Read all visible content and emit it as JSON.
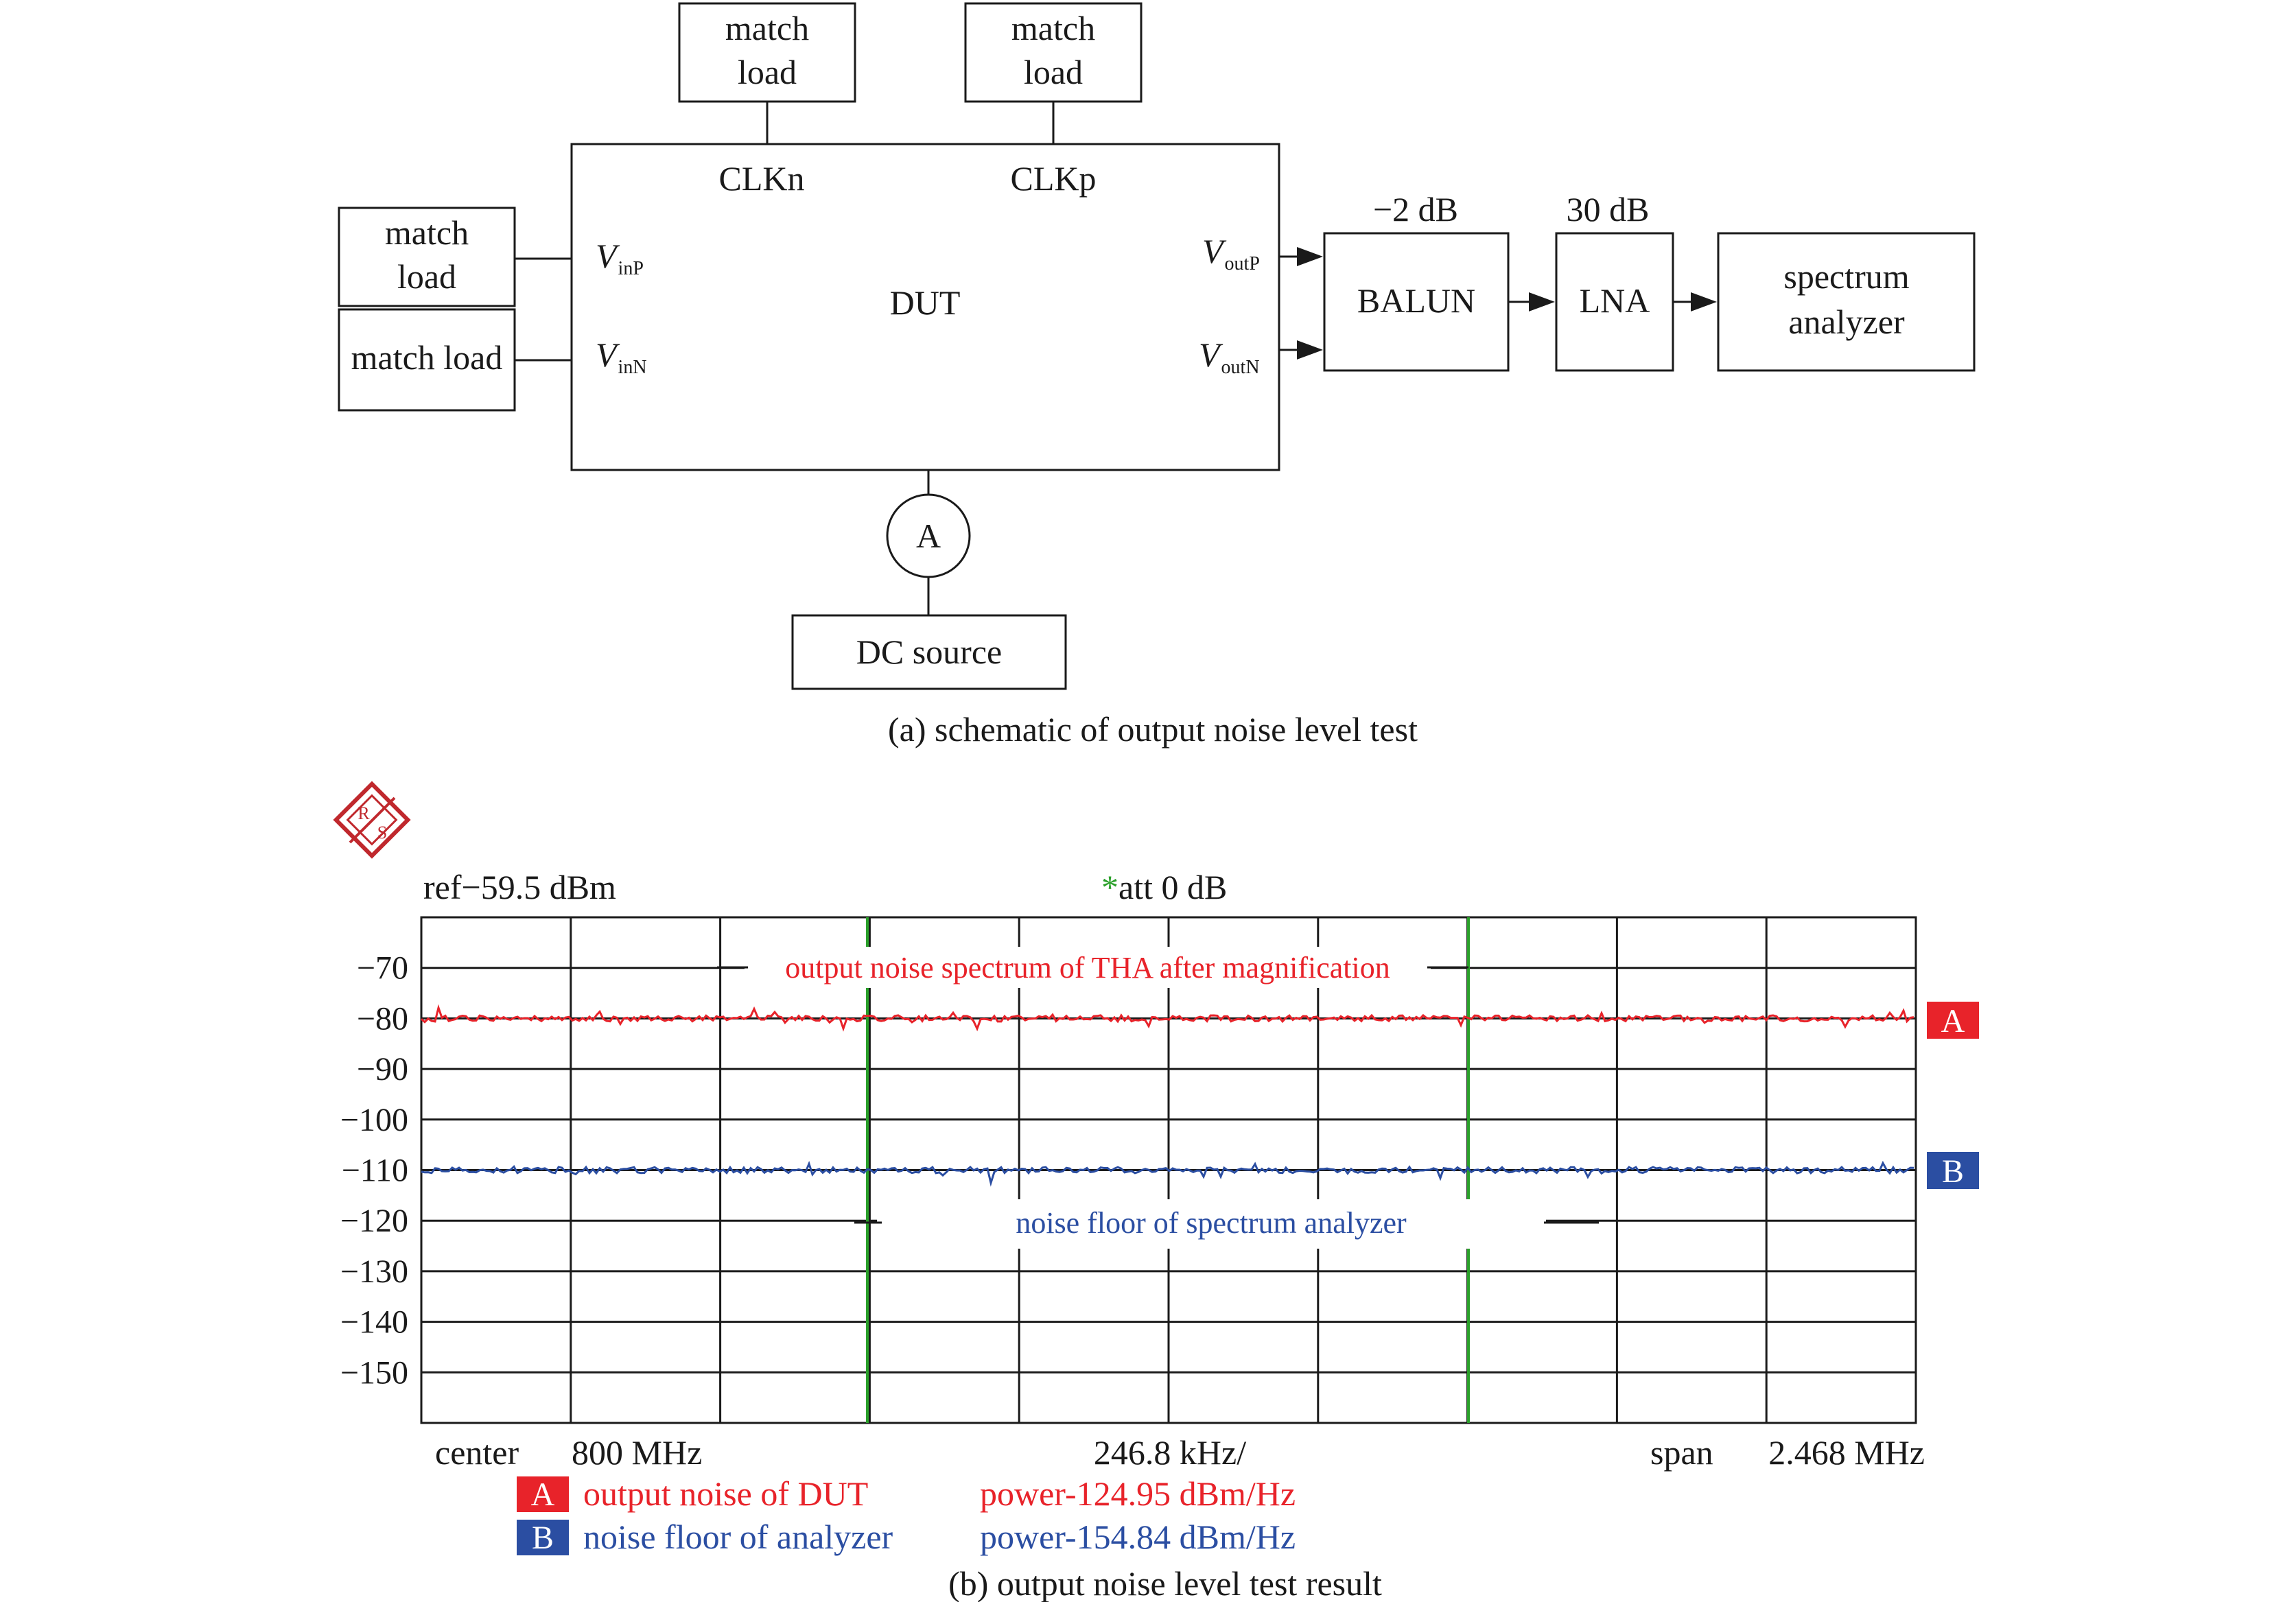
{
  "schematic": {
    "boxes": {
      "match_load_top_left": "match\nload",
      "match_load_top_right": "match\nload",
      "match_load_left_upper": "match\nload",
      "match_load_left_lower": "match load",
      "dut": "DUT",
      "balun": "BALUN",
      "lna": "LNA",
      "spectrum_analyzer": "spectrum\nanalyzer",
      "dc_source": "DC source"
    },
    "ports": {
      "clkn": "CLKn",
      "clkp": "CLKp",
      "vinp_main": "V",
      "vinp_sub": "inP",
      "vinn_main": "V",
      "vinn_sub": "inN",
      "voutp_main": "V",
      "voutp_sub": "outP",
      "voutn_main": "V",
      "voutn_sub": "outN"
    },
    "gains": {
      "balun": "−2 dB",
      "lna": "30 dB"
    },
    "ammeter": "A",
    "caption": "(a) schematic of output noise level test"
  },
  "analyzer": {
    "logo_letters": [
      "R",
      "S"
    ],
    "ref_label": "ref−59.5 dBm",
    "att_star": "*",
    "att_label": "att 0 dB",
    "trace_a_annotation": "output noise spectrum of THA after magnification",
    "trace_b_annotation": "noise floor of spectrum analyzer",
    "x_center_label": "center",
    "x_center_value": "800 MHz",
    "x_per_div": "246.8 kHz/",
    "x_span_label": "span",
    "x_span_value": "2.468 MHz",
    "legend": [
      {
        "badge": "A",
        "name": "output noise of DUT",
        "power": "power-124.95 dBm/Hz",
        "color": "#e8232a"
      },
      {
        "badge": "B",
        "name": "noise floor of analyzer",
        "power": "power-154.84 dBm/Hz",
        "color": "#2b4ea2"
      }
    ],
    "caption": "(b) output noise level test result",
    "colors": {
      "trace_a": "#e8232a",
      "trace_b": "#2b4ea2",
      "marker": "#2aa02a",
      "logo": "#c0282d"
    }
  },
  "chart_data": {
    "type": "line",
    "ylim": [
      -160,
      -60
    ],
    "y_ticks": [
      "−70",
      "−80",
      "−90",
      "−100",
      "−110",
      "−120",
      "−130",
      "−140",
      "−150"
    ],
    "x_divisions": 10,
    "series": [
      {
        "name": "A",
        "level": -80
      },
      {
        "name": "B",
        "level": -110
      }
    ]
  }
}
